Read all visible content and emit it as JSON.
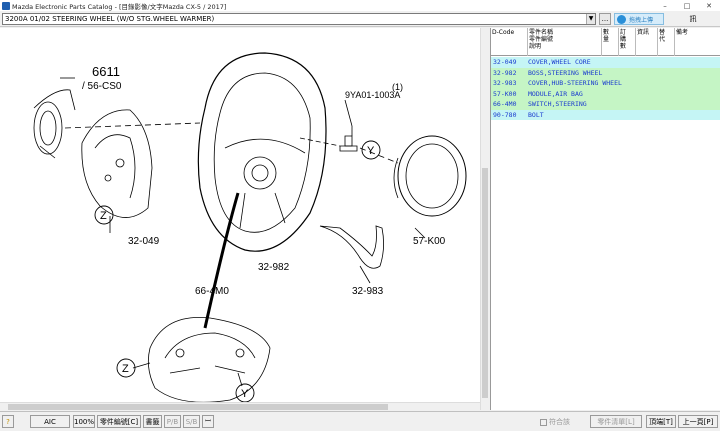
{
  "window": {
    "title": "Mazda Electronic Parts Catalog - [目錄影像/文字Mazda CX-5 / 2017]",
    "controls": [
      "–",
      "□",
      "✕"
    ]
  },
  "toolbar": {
    "combo_value": "3200A 01/02 STEERING WHEEL (W/O STG.WHEEL WARMER)",
    "dots_label": "...",
    "upload_label": "拖拽上傳",
    "print_label": "訊"
  },
  "diagram": {
    "labels": {
      "p6611": "6611",
      "p66cs0": "/ 56-CS0",
      "p32049": "32-049",
      "p32982": "32-982",
      "p32983": "32-983",
      "p57k00": "57-K00",
      "p664m0": "66-4M0",
      "p9ya01": "9YA01-1003A",
      "qty1": "(1)",
      "y1": "Y",
      "y2": "Y",
      "z1": "Z",
      "z2": "Z"
    }
  },
  "parts": {
    "headers": {
      "dcode": "D-Code",
      "name": "零件名稱\n零件編號\n說明",
      "qty": "數\n量",
      "order": "訂\n購\n數",
      "info": "資訊",
      "replace": "替\n代",
      "remark": "備考"
    },
    "rows": [
      {
        "code": "32-049",
        "name": "COVER,WHEEL CORE",
        "color": "c"
      },
      {
        "code": "32-982",
        "name": "BOSS,STEERING WHEEL",
        "color": "g"
      },
      {
        "code": "32-983",
        "name": "COVER,HUB-STEERING WHEEL",
        "color": "g"
      },
      {
        "code": "57-K00",
        "name": "MODULE,AIR BAG",
        "color": "g"
      },
      {
        "code": "66-4M0",
        "name": "SWITCH,STEERING",
        "color": "g"
      },
      {
        "code": "90-780",
        "name": "BOLT",
        "color": "c"
      }
    ]
  },
  "statusbar": {
    "help": "?",
    "aic": "AIC",
    "zoom": "100%",
    "edit_parts": "零件編號[C]",
    "picture": "書籤",
    "pb": "P/B",
    "sb": "S/B",
    "save_icon": "ꟷ",
    "match": "符合該",
    "parts_list": "零件清單[L]",
    "top": "頂端[T]",
    "prev": "上一頁[P]"
  }
}
